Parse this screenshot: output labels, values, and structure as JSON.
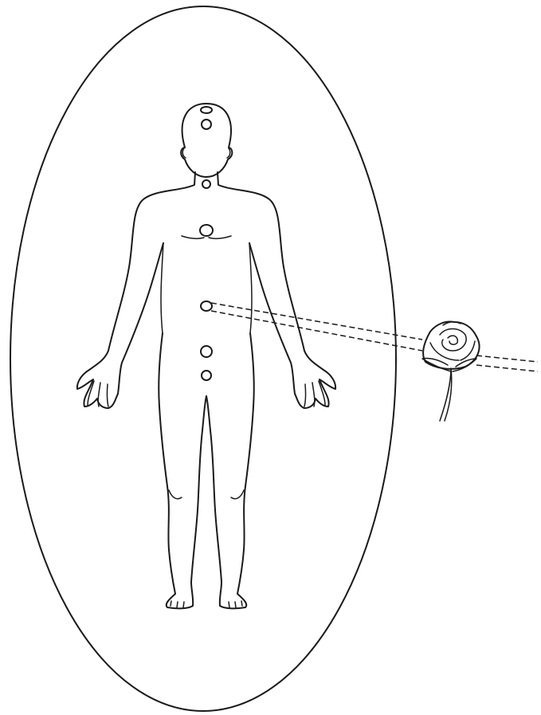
{
  "figure": {
    "kind": "aura-illustration",
    "colors": {
      "ink": "#1a1a1a",
      "background": "#ffffff"
    },
    "energy_centers_count": 7,
    "beam_style": "dashed-double-line",
    "object": "rose"
  }
}
